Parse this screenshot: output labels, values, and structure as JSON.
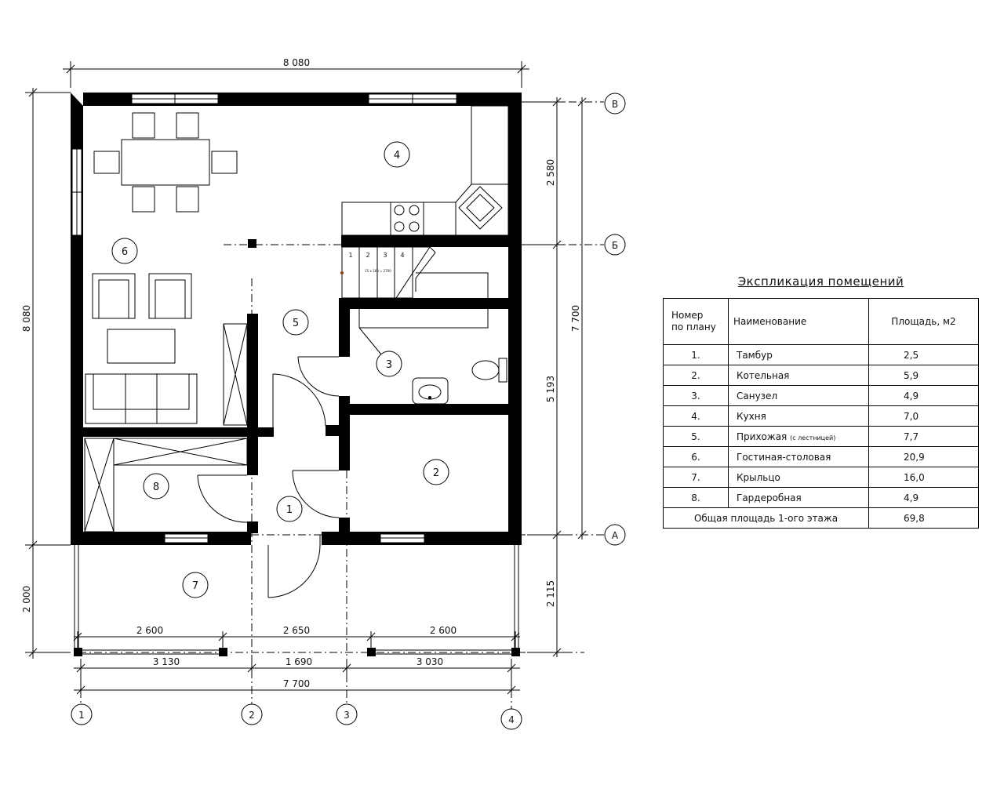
{
  "dimensions": {
    "overall_width_top": "8 080",
    "overall_height_left": "8 080",
    "left_porch": "2 000",
    "right_b_v": "2 580",
    "right_b_a": "5 193",
    "right_v_a": "7 700",
    "right_a_bottom": "2 115",
    "bottom_row1": [
      "2 600",
      "2 650",
      "2 600"
    ],
    "bottom_row2": [
      "3 130",
      "1 690",
      "3 030"
    ],
    "bottom_total": "7 700"
  },
  "axes": {
    "horizontal": [
      "В",
      "Б",
      "А"
    ],
    "vertical": [
      "1",
      "2",
      "3",
      "4"
    ]
  },
  "room_tags": [
    "1",
    "2",
    "3",
    "4",
    "5",
    "6",
    "7",
    "8"
  ],
  "stair_steps": [
    "1",
    "2",
    "3",
    "4"
  ],
  "stair_note": "15 х 180 = 2700",
  "explication": {
    "title": "Экспликация помещений",
    "headers": {
      "num_line1": "Номер",
      "num_line2": "по плану",
      "name": "Наименование",
      "area": "Площадь, м2"
    },
    "rows": [
      {
        "num": "1.",
        "name": "Тамбур",
        "note": "",
        "area": "2,5"
      },
      {
        "num": "2.",
        "name": "Котельная",
        "note": "",
        "area": "5,9"
      },
      {
        "num": "3.",
        "name": "Санузел",
        "note": "",
        "area": "4,9"
      },
      {
        "num": "4.",
        "name": "Кухня",
        "note": "",
        "area": "7,0"
      },
      {
        "num": "5.",
        "name": "Прихожая",
        "note": "(с лестницей)",
        "area": "7,7"
      },
      {
        "num": "6.",
        "name": "Гостиная-столовая",
        "note": "",
        "area": "20,9"
      },
      {
        "num": "7.",
        "name": "Крыльцо",
        "note": "",
        "area": "16,0"
      },
      {
        "num": "8.",
        "name": "Гардеробная",
        "note": "",
        "area": "4,9"
      }
    ],
    "total_label": "Общая площадь 1-ого этажа",
    "total_area": "69,8"
  }
}
